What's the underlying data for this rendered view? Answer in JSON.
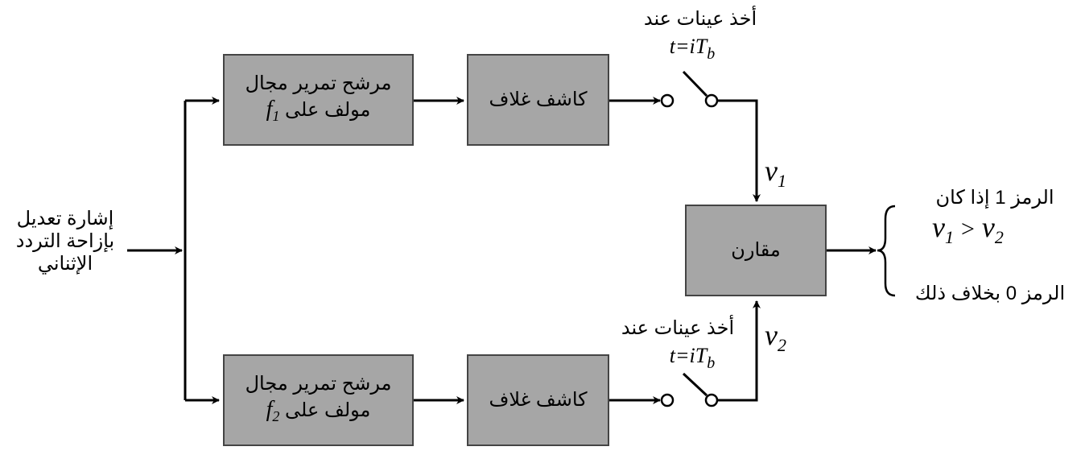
{
  "input_signal": {
    "line1": "إشارة تعديل",
    "line2": "بإزاحة التردد",
    "line3": "الإثناني"
  },
  "top_filter": {
    "line1": "مرشح تمرير مجال",
    "line2_text": "مولف على",
    "freq_symbol": "f",
    "freq_sub": "1"
  },
  "bottom_filter": {
    "line1": "مرشح تمرير مجال",
    "line2_text": "مولف على",
    "freq_symbol": "f",
    "freq_sub": "2"
  },
  "top_detector": {
    "label": "كاشف غلاف"
  },
  "bottom_detector": {
    "label": "كاشف غلاف"
  },
  "top_sampler": {
    "label": "أخذ عينات عند",
    "time_prefix": "t=iT",
    "time_sub": "b"
  },
  "bottom_sampler": {
    "label": "أخذ عينات عند",
    "time_prefix": "t=iT",
    "time_sub": "b"
  },
  "signal_v1": {
    "symbol": "v",
    "sub": "1"
  },
  "signal_v2": {
    "symbol": "v",
    "sub": "2"
  },
  "comparator": {
    "label": "مقارن"
  },
  "decision": {
    "line1": "الرمز 1 إذا كان",
    "cond_a": "v",
    "cond_a_sub": "1",
    "cond_op": ">",
    "cond_b": "v",
    "cond_b_sub": "2",
    "line3": "الرمز 0 بخلاف ذلك"
  }
}
